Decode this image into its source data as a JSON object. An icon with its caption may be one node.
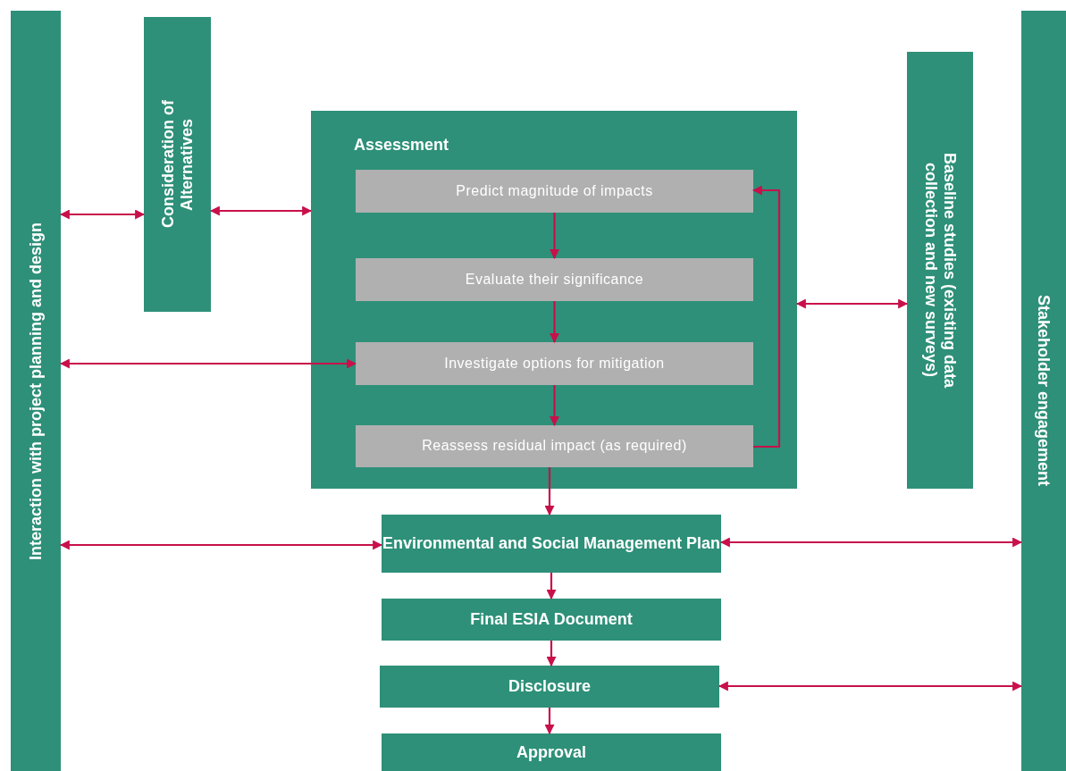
{
  "diagram": {
    "nodes": [
      {
        "text": [
          "Interaction with project planning and design"
        ]
      },
      {
        "text": [
          "Consideration of Alternatives"
        ]
      },
      {
        "text": [
          "Assessment"
        ]
      },
      {
        "text": [
          "Predict magnitude of impacts"
        ],
        "in": 2
      },
      {
        "text": [
          "Evaluate their significance"
        ],
        "in": 2
      },
      {
        "text": [
          "Investigate options for mitigation"
        ],
        "in": 2
      },
      {
        "text": [
          "Reassess residual impact (as required)"
        ],
        "in": 2
      },
      {
        "text": [
          "Baseline studies (existing data collection and new surveys)"
        ]
      },
      {
        "text": [
          "Stakeholder engagement"
        ]
      },
      {
        "text": [
          "Environmental and Social Management Plan"
        ]
      },
      {
        "text": [
          "Final ESIA Document"
        ]
      },
      {
        "text": [
          "Disclosure"
        ]
      },
      {
        "text": [
          "Approval"
        ]
      }
    ],
    "edges": [
      {
        "from": 0,
        "to": 1,
        "arrow": "both"
      },
      {
        "from": 1,
        "to": 2,
        "arrow": "both"
      },
      {
        "from": 0,
        "to": 5,
        "arrow": "both"
      },
      {
        "from": 3,
        "to": 4,
        "arrow": "to"
      },
      {
        "from": 4,
        "to": 5,
        "arrow": "to"
      },
      {
        "from": 5,
        "to": 6,
        "arrow": "to"
      },
      {
        "from": 6,
        "to": 3,
        "arrow": "to"
      },
      {
        "from": 2,
        "to": 7,
        "arrow": "both"
      },
      {
        "from": 6,
        "to": 9,
        "arrow": "to"
      },
      {
        "from": 0,
        "to": 9,
        "arrow": "both"
      },
      {
        "from": 9,
        "to": 8,
        "arrow": "both"
      },
      {
        "from": 9,
        "to": 10,
        "arrow": "to"
      },
      {
        "from": 10,
        "to": 11,
        "arrow": "to"
      },
      {
        "from": 11,
        "to": 12,
        "arrow": "to"
      },
      {
        "from": 11,
        "to": 8,
        "arrow": "both"
      }
    ]
  }
}
